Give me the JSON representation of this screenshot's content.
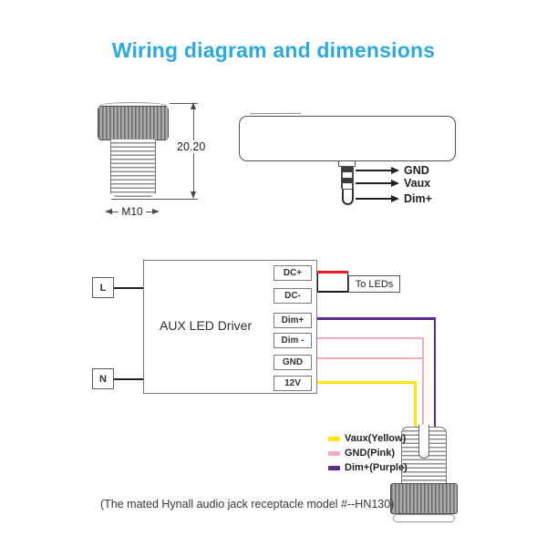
{
  "title": {
    "text": "Wiring diagram and dimensions",
    "color": "#2baae2"
  },
  "dimension_figure": {
    "height_dim": "20.20",
    "thread_dim": "M10"
  },
  "sensor_figure": {
    "pins": [
      {
        "label": "GND"
      },
      {
        "label": "Vaux"
      },
      {
        "label": "Dim+"
      }
    ]
  },
  "wiring": {
    "live_label": "L",
    "neutral_label": "N",
    "driver_label": "AUX LED Driver",
    "terminals": [
      "DC+",
      "DC-",
      "Dim+",
      "Dim -",
      "GND",
      "12V"
    ],
    "to_leds_label": "To LEDs",
    "wire_colors": {
      "dc_plus": "#ed1c24",
      "dc_minus": "#1a1a1a",
      "dim_plus": "#5b2b8f",
      "gnd": "#f8abba",
      "vaux": "#ffe60a"
    }
  },
  "legend": {
    "items": [
      {
        "label": "Vaux(Yellow)",
        "color": "#ffe60a"
      },
      {
        "label": "GND(Pink)",
        "color": "#f8abba"
      },
      {
        "label": "Dim+(Purple)",
        "color": "#5b2b8f"
      }
    ]
  },
  "footnote": "(The mated Hynall audio jack receptacle model #--HN130)"
}
